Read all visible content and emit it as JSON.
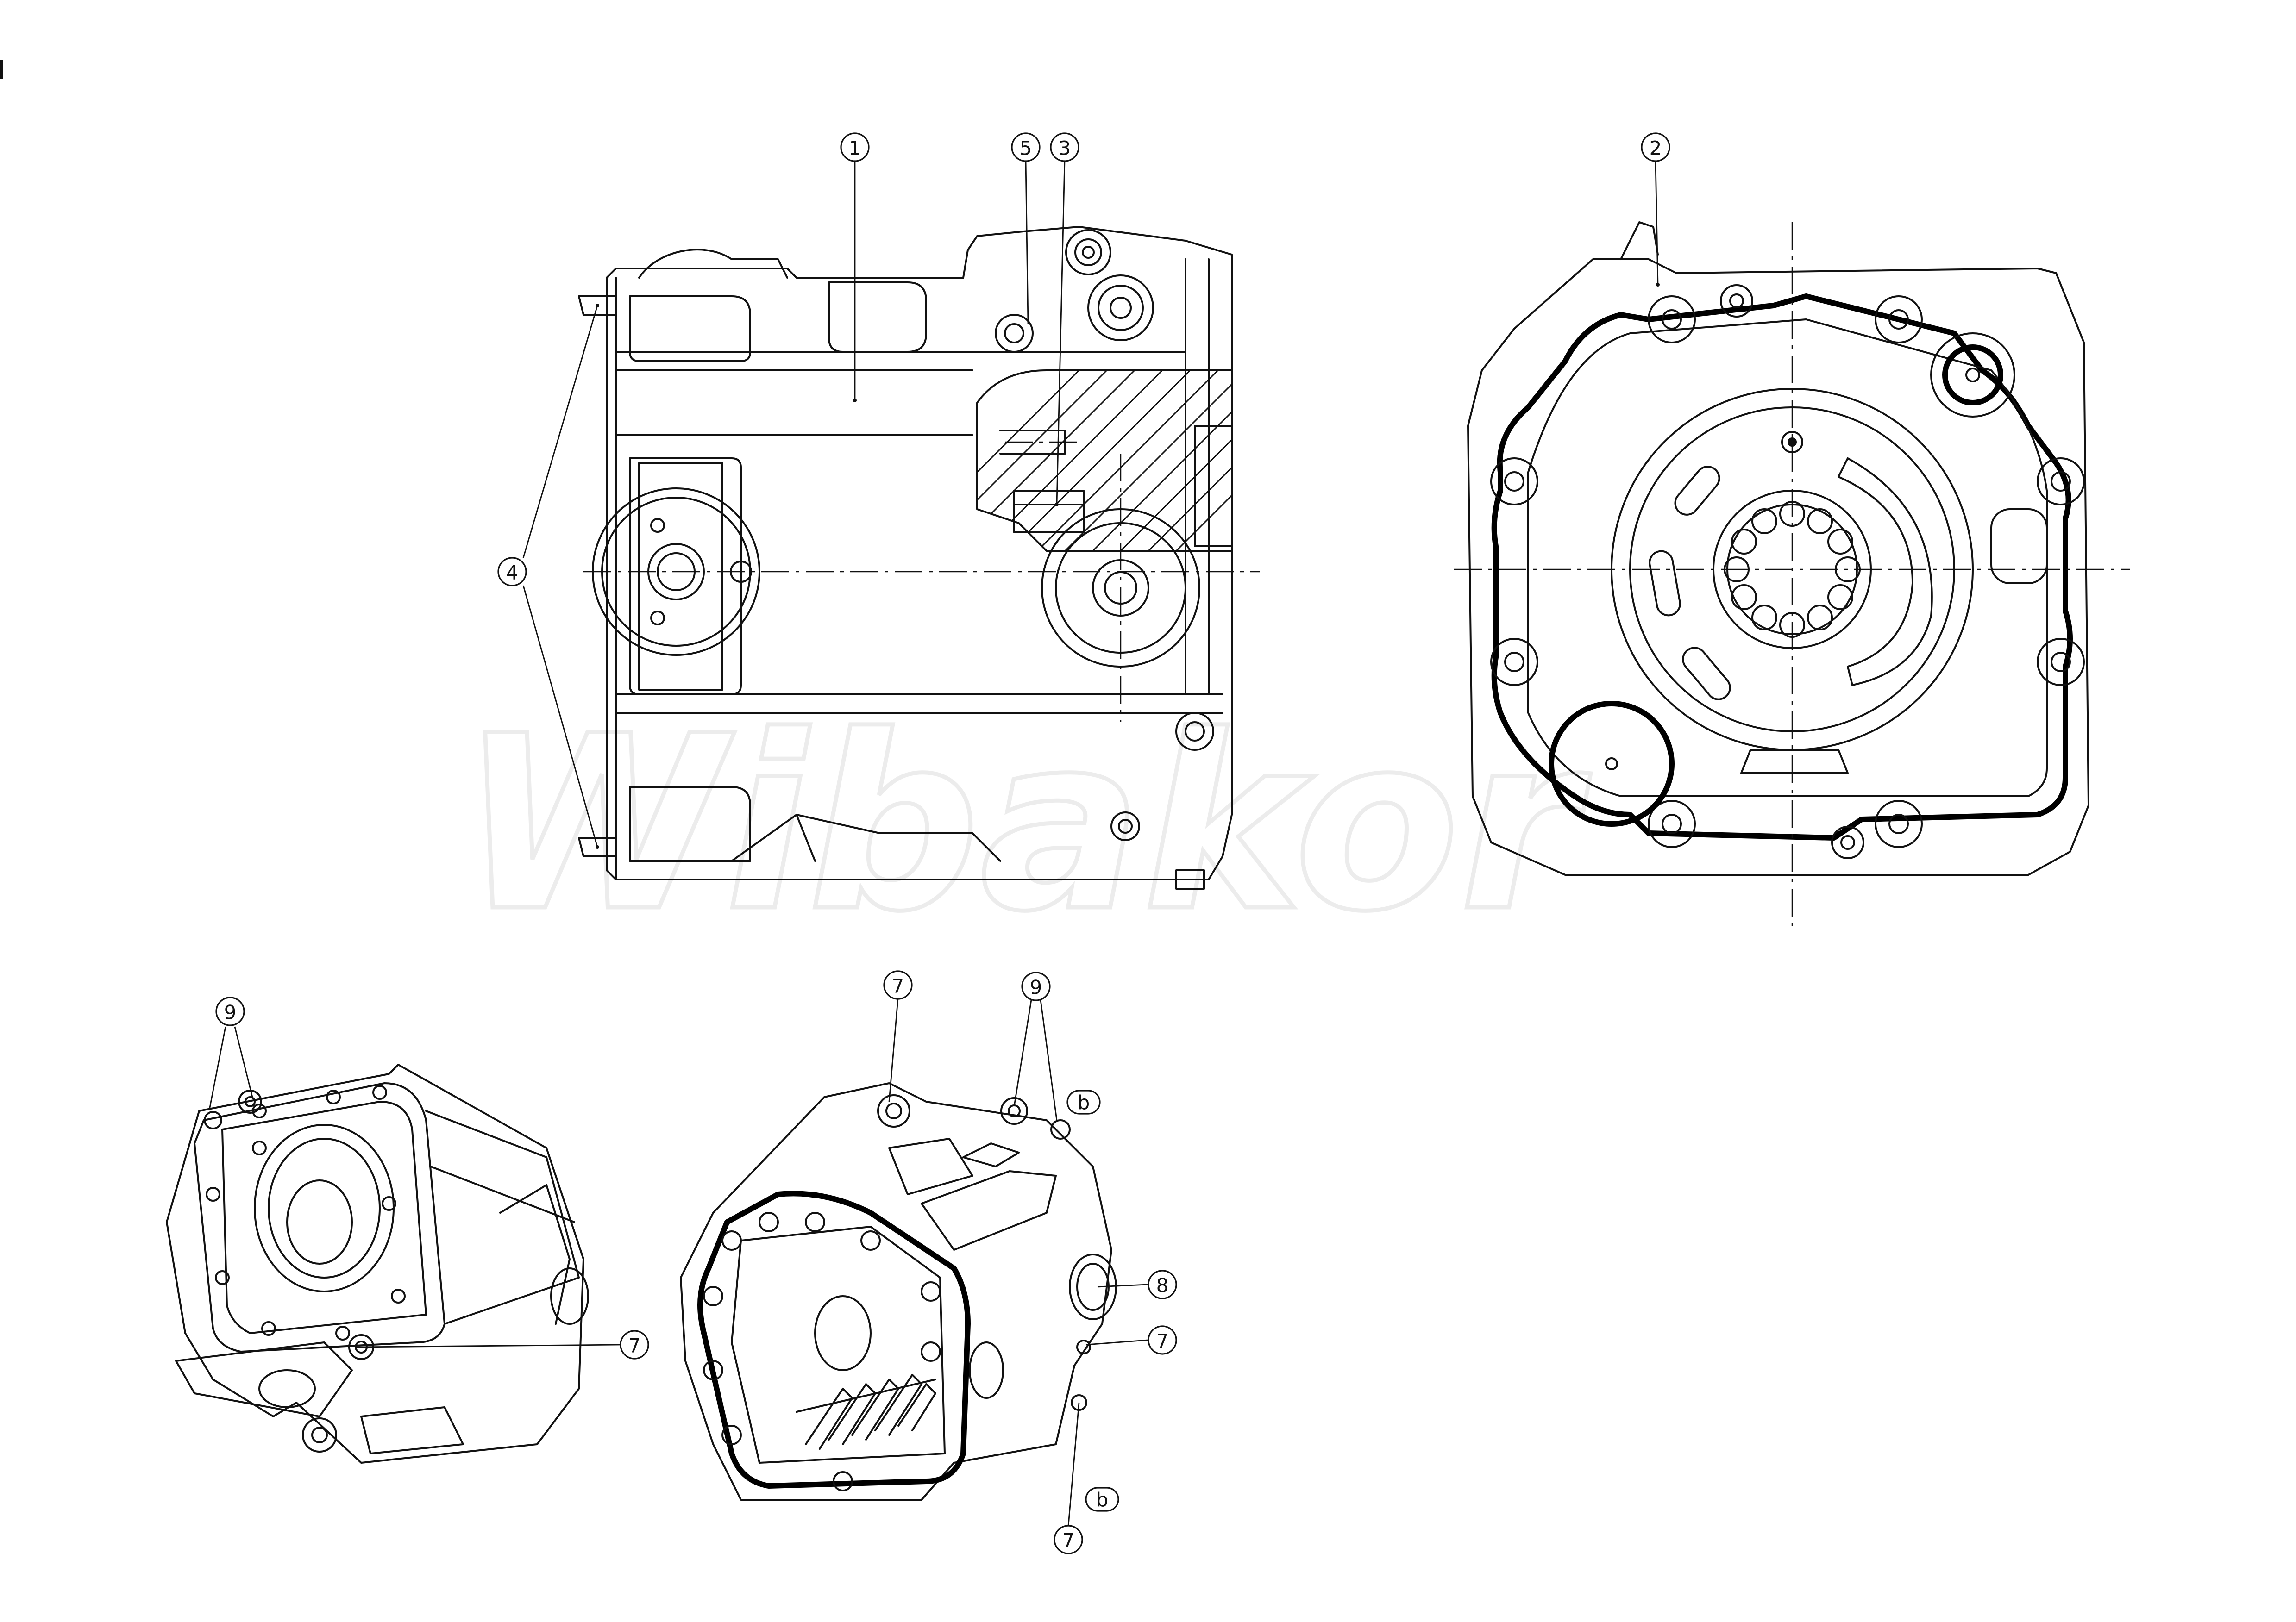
{
  "callouts": {
    "c1": "1",
    "c2": "2",
    "c3": "3",
    "c4": "4",
    "c5": "5",
    "c7_iso1": "7",
    "c7_iso2_top": "7",
    "c7_iso2_right": "7",
    "c7_iso2_bottom": "7",
    "c8": "8",
    "c9_iso1": "9",
    "c9_iso2": "9",
    "cb_top": "b",
    "cb_bottom": "b"
  },
  "watermark": {
    "text": "Wibakor",
    "color": "#ececec"
  },
  "colors": {
    "line": "#111111",
    "background": "#ffffff"
  }
}
